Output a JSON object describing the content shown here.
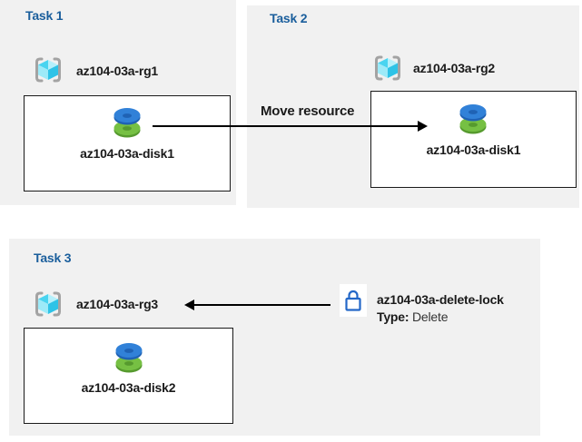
{
  "colors": {
    "panel_bg": "#f1f1f1",
    "task_title_blue": "#1a5e9c",
    "box_border": "#1a1a1a",
    "text": "#1a1a1a",
    "disk_blue": "#3181d8",
    "disk_blue_dark": "#1f62b4",
    "disk_green": "#76c043",
    "disk_green_dark": "#569a2e",
    "cube_bright": "#49d4f0",
    "cube_light": "#b5f0fb",
    "cube_pale": "#9deaf8",
    "cube_dark": "#2ec3e7",
    "bracket_gray": "#a3a3a3",
    "lock_blue": "#2468c8",
    "arrow_black": "#000000"
  },
  "tasks": [
    {
      "title": "Task 1",
      "resource_group": "az104-03a-rg1",
      "disk": "az104-03a-disk1"
    },
    {
      "title": "Task 2",
      "resource_group": "az104-03a-rg2",
      "disk": "az104-03a-disk1"
    },
    {
      "title": "Task 3",
      "resource_group": "az104-03a-rg3",
      "disk": "az104-03a-disk2"
    }
  ],
  "arrows": {
    "move_label": "Move resource"
  },
  "lock": {
    "name": "az104-03a-delete-lock",
    "type_label": "Type:",
    "type_value": "Delete"
  },
  "icons": {
    "resource_group": "resource-group-icon",
    "disk": "disk-icon",
    "lock": "lock-icon",
    "move_arrow": "arrow-right-icon",
    "lock_arrow": "arrow-left-icon"
  }
}
